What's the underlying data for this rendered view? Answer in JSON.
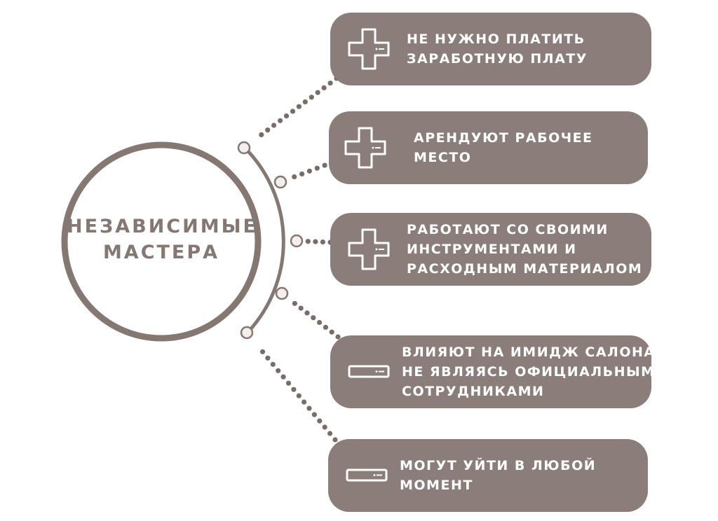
{
  "center": {
    "lines": [
      "НЕЗАВИСИМЫЕ",
      "МАСТЕРА"
    ]
  },
  "colors": {
    "card": "#8b7d79",
    "ring": "#857873",
    "dots": "#7a6c68",
    "node_fill": "#f4eeec"
  },
  "items": [
    {
      "icon": "plus-icon",
      "kind": "advantage",
      "lines": [
        "НЕ НУЖНО ПЛАТИТЬ",
        "ЗАРАБОТНУЮ ПЛАТУ"
      ]
    },
    {
      "icon": "plus-icon",
      "kind": "advantage",
      "lines": [
        "АРЕНДУЮТ РАБОЧЕЕ",
        "МЕСТО"
      ]
    },
    {
      "icon": "plus-icon",
      "kind": "advantage",
      "lines": [
        "РАБОТАЮТ СО СВОИМИ",
        "ИНСТРУМЕНТАМИ И",
        "РАСХОДНЫМ МАТЕРИАЛОМ"
      ]
    },
    {
      "icon": "minus-icon",
      "kind": "disadvantage",
      "lines": [
        "ВЛИЯЮТ НА ИМИДЖ САЛОНА,",
        "НЕ ЯВЛЯЯСЬ ОФИЦИАЛЬНЫМИ",
        "СОТРУДНИКАМИ"
      ]
    },
    {
      "icon": "minus-icon",
      "kind": "disadvantage",
      "lines": [
        "МОГУТ УЙТИ В ЛЮБОЙ",
        "МОМЕНТ"
      ]
    }
  ]
}
